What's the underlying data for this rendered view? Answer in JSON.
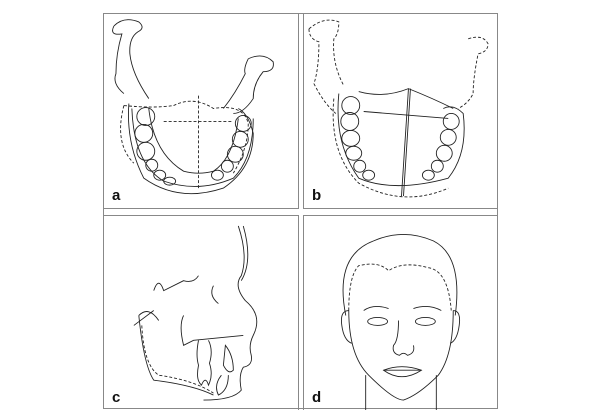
{
  "figure": {
    "panels": [
      {
        "label": "a"
      },
      {
        "label": "b"
      },
      {
        "label": "c"
      },
      {
        "label": "d"
      }
    ]
  }
}
